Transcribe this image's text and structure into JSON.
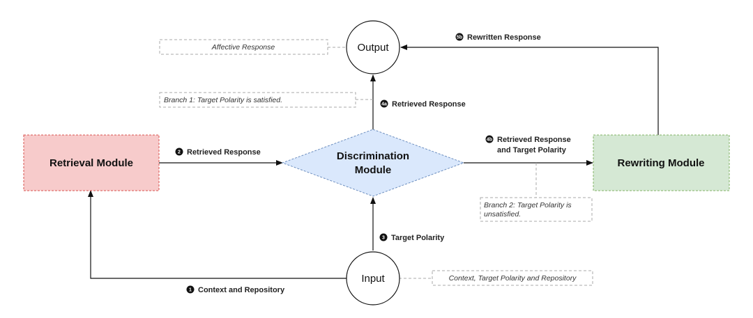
{
  "nodes": {
    "output": "Output",
    "input": "Input",
    "retrieval": "Retrieval Module",
    "discrimination_line1": "Discrimination",
    "discrimination_line2": "Module",
    "rewriting": "Rewriting Module"
  },
  "edges": {
    "step1": {
      "badge": "1",
      "label": "Context and Repository"
    },
    "step2": {
      "badge": "2",
      "label": "Retrieved Response"
    },
    "step3": {
      "badge": "3",
      "label": "Target Polarity"
    },
    "step4a": {
      "badge": "4a",
      "label": "Retrieved Response"
    },
    "step4b": {
      "badge": "4b",
      "label_line1": "Retrieved Response",
      "label_line2": "and Target Polarity"
    },
    "step5b": {
      "badge": "5b",
      "label": "Rewritten Response"
    }
  },
  "notes": {
    "affective": "Affective Response",
    "branch1": "Branch 1: Target Polarity is satisfied.",
    "branch2_line1": "Branch 2: Target Polarity is",
    "branch2_line2": "unsatisfied.",
    "input_note": "Context, Target Polarity and Repository"
  },
  "colors": {
    "retrieval_fill": "#f7cbcb",
    "retrieval_border": "#d9534f",
    "discrimination_fill": "#dae8fc",
    "discrimination_border": "#6c8ebf",
    "rewriting_fill": "#d5e8d4",
    "rewriting_border": "#82b366"
  }
}
